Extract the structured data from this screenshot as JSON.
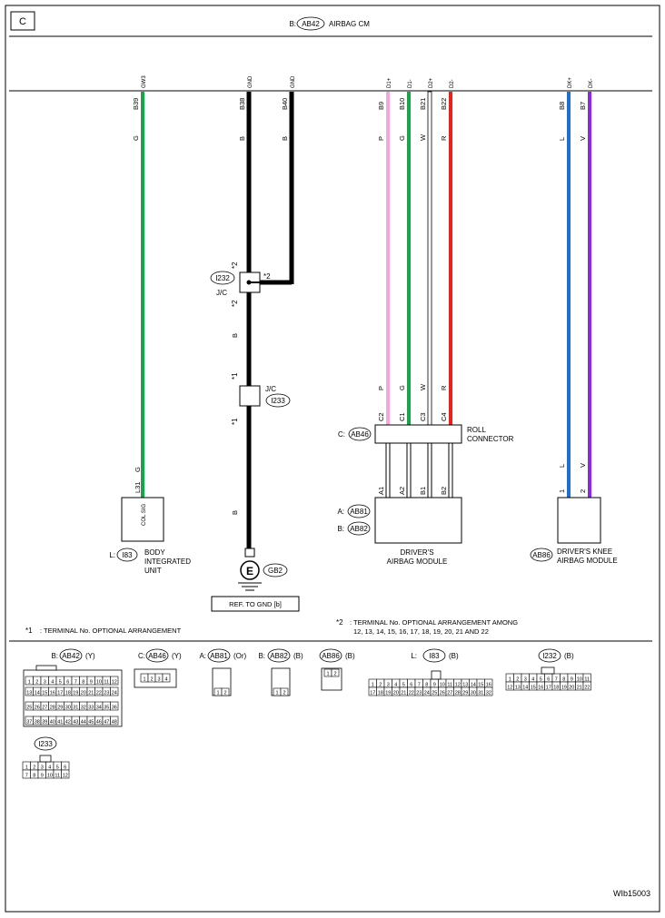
{
  "header": {
    "section": "C",
    "prefix": "B:",
    "connector": "AB42",
    "title": "AIRBAG CM"
  },
  "wires": [
    {
      "terminal_label": "GW3",
      "pin": "B39",
      "color_code": "G",
      "color": "#1aa44a"
    },
    {
      "terminal_label": "GND",
      "pin": "B38",
      "color_code": "B",
      "color": "#000000"
    },
    {
      "terminal_label": "GND",
      "pin": "B40",
      "color_code": "B",
      "color": "#000000"
    },
    {
      "terminal_label": "D1+",
      "pin": "B9",
      "color_code": "P",
      "color": "#f2a8dc"
    },
    {
      "terminal_label": "D1-",
      "pin": "B10",
      "color_code": "G",
      "color": "#1aa44a"
    },
    {
      "terminal_label": "D2+",
      "pin": "B21",
      "color_code": "W",
      "color": "#ffffff"
    },
    {
      "terminal_label": "D2-",
      "pin": "B22",
      "color_code": "R",
      "color": "#e8221b"
    },
    {
      "terminal_label": "DK+",
      "pin": "B8",
      "color_code": "L",
      "color": "#1f6fd0"
    },
    {
      "terminal_label": "DK-",
      "pin": "B7",
      "color_code": "V",
      "color": "#8a2be2"
    }
  ],
  "jc1": {
    "id": "I232",
    "label": "J/C",
    "mark_top": "*2",
    "mark_bottom": "*2",
    "mark_side": "*2",
    "wire_color": "B"
  },
  "jc2": {
    "id": "I233",
    "label": "J/C",
    "mark_top": "*1",
    "mark_bottom": "*1",
    "wire_color": "B"
  },
  "ground": {
    "symbol": "E",
    "id": "GB2",
    "ref": "REF. TO GND [b]"
  },
  "body_unit": {
    "prefix": "L:",
    "id": "I83",
    "name1": "BODY",
    "name2": "INTEGRATED",
    "name3": "UNIT",
    "box_label": "COL SIG",
    "pin": "L31",
    "color_code": "G"
  },
  "roll_connector": {
    "prefix": "C:",
    "id": "AB46",
    "name1": "ROLL",
    "name2": "CONNECTOR",
    "top_colors": [
      "P",
      "G",
      "W",
      "R"
    ],
    "top_pins": [
      "C2",
      "C1",
      "C3",
      "C4"
    ],
    "bottom_pins": [
      "A1",
      "A2",
      "B1",
      "B2"
    ]
  },
  "driver_airbag": {
    "prefix_a": "A:",
    "id_a": "AB81",
    "prefix_b": "B:",
    "id_b": "AB82",
    "name1": "DRIVER'S",
    "name2": "AIRBAG MODULE"
  },
  "knee_airbag": {
    "id": "AB86",
    "name1": "DRIVER'S KNEE",
    "name2": "AIRBAG MODULE",
    "colors": [
      "L",
      "V"
    ],
    "pins": [
      "1",
      "2"
    ]
  },
  "notes": {
    "n1_mark": "*1",
    "n1_text": ": TERMINAL No. OPTIONAL ARRANGEMENT",
    "n2_mark": "*2",
    "n2_line1": ": TERMINAL No. OPTIONAL ARRANGEMENT AMONG",
    "n2_line2": "12, 13, 14, 15, 16, 17, 18, 19, 20, 21 AND 22"
  },
  "legend": {
    "ab42": {
      "prefix": "B:",
      "id": "AB42",
      "color": "(Y)"
    },
    "ab46": {
      "prefix": "C:",
      "id": "AB46",
      "color": "(Y)"
    },
    "ab81": {
      "prefix": "A:",
      "id": "AB81",
      "color": "(Or)"
    },
    "ab82": {
      "prefix": "B:",
      "id": "AB82",
      "color": "(B)"
    },
    "ab86": {
      "id": "AB86",
      "color": "(B)"
    },
    "i83": {
      "prefix": "L:",
      "id": "I83",
      "color": "(B)"
    },
    "i232": {
      "id": "I232",
      "color": "(B)"
    },
    "i233": {
      "id": "I233"
    }
  },
  "footer_code": "WIb15003"
}
